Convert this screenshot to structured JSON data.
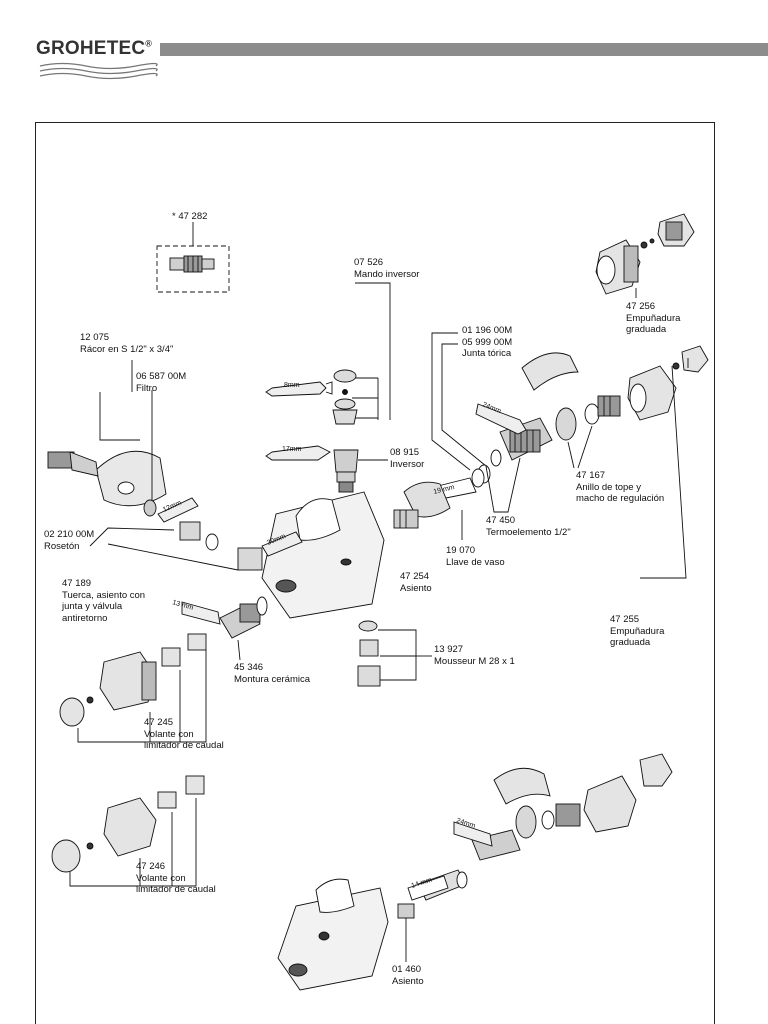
{
  "header": {
    "logo": {
      "prefix": "GROHE",
      "suffix": "TEC",
      "mark": "®"
    }
  },
  "callouts": {
    "c47282": {
      "lines": [
        "* 47 282"
      ]
    },
    "c07526": {
      "lines": [
        "07 526",
        "Mando inversor"
      ]
    },
    "c47256": {
      "lines": [
        "47 256",
        "Empuñadura",
        "graduada"
      ]
    },
    "c12075": {
      "lines": [
        "12 075",
        "Rácor en S 1/2\" x 3/4\""
      ]
    },
    "c06587": {
      "lines": [
        "06 587 00M",
        "Filtro"
      ]
    },
    "c01196": {
      "lines": [
        "01 196 00M",
        "05 999 00M",
        "Junta tórica"
      ]
    },
    "c08915": {
      "lines": [
        "08 915",
        "Inversor"
      ]
    },
    "c47167": {
      "lines": [
        "47 167",
        "Anillo de tope y",
        "macho de regulación"
      ]
    },
    "c02210": {
      "lines": [
        "02 210 00M",
        "Rosetón"
      ]
    },
    "c47450": {
      "lines": [
        "47 450",
        "Termoelemento 1/2\""
      ]
    },
    "c19070": {
      "lines": [
        "19 070",
        "Llave de vaso"
      ]
    },
    "c47254": {
      "lines": [
        "47 254",
        "Asiento"
      ]
    },
    "c47189": {
      "lines": [
        "47 189",
        "Tuerca, asiento con",
        "junta y válvula",
        "antiretorno"
      ]
    },
    "c47255": {
      "lines": [
        "47 255",
        "Empuñadura",
        "graduada"
      ]
    },
    "c13927": {
      "lines": [
        "13 927",
        "Mousseur M 28 x 1"
      ]
    },
    "c45346": {
      "lines": [
        "45 346",
        "Montura cerámica"
      ]
    },
    "c47245": {
      "lines": [
        "47 245",
        "Volante con",
        "limitador de caudal"
      ]
    },
    "c47246": {
      "lines": [
        "47 246",
        "Volante con",
        "limitador de caudal"
      ]
    },
    "c01460": {
      "lines": [
        "01 460",
        "Asiento"
      ]
    }
  },
  "wrench_marks": {
    "w8": "8mm",
    "w17": "17mm",
    "w24a": "24mm",
    "w12": "12mm",
    "w30": "30mm",
    "w13": "13 mm",
    "w19": "19 mm",
    "w24b": "24mm",
    "w14": "14 mm"
  }
}
